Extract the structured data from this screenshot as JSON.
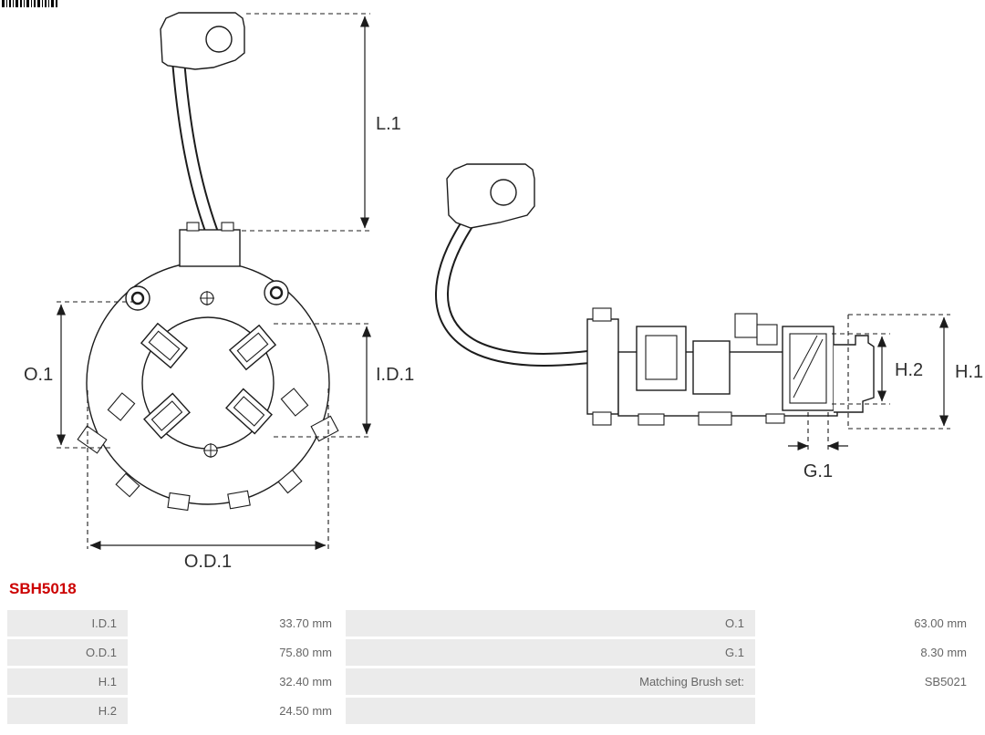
{
  "page": {
    "part_number": "SBH5018",
    "accent_color": "#cc0000",
    "label_cell_color": "#ebebeb",
    "text_color": "#666666"
  },
  "diagram": {
    "views": [
      "brush-holder-front-view",
      "brush-holder-side-view"
    ],
    "dims": {
      "l1": "L.1",
      "o1": "O.1",
      "id1": "I.D.1",
      "od1": "O.D.1",
      "h2": "H.2",
      "h1": "H.1",
      "g1": "G.1"
    }
  },
  "specs": {
    "rows": [
      {
        "l_label": "I.D.1",
        "l_value": "33.70 mm",
        "r_label": "O.1",
        "r_value": "63.00 mm"
      },
      {
        "l_label": "O.D.1",
        "l_value": "75.80 mm",
        "r_label": "G.1",
        "r_value": "8.30 mm"
      },
      {
        "l_label": "H.1",
        "l_value": "32.40 mm",
        "r_label": "Matching Brush set:",
        "r_value": "SB5021"
      },
      {
        "l_label": "H.2",
        "l_value": "24.50 mm",
        "r_label": "",
        "r_value": ""
      }
    ]
  }
}
